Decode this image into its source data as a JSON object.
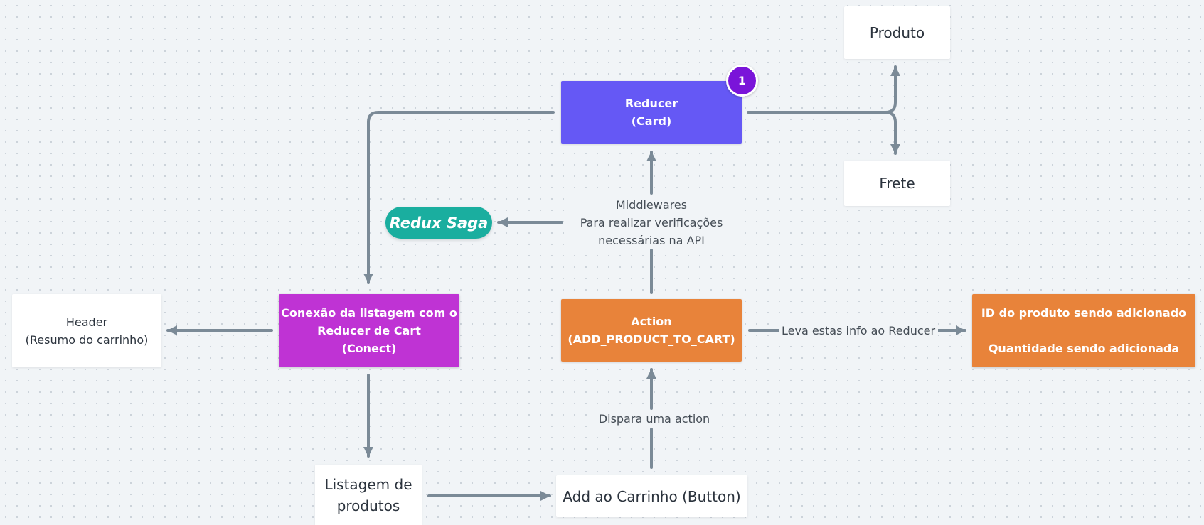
{
  "colors": {
    "background": "#f1f4f7",
    "connector": "#7b8a97",
    "reducer_fill": "#6558f5",
    "action_fill": "#e8833a",
    "connect_fill": "#bf33d4",
    "saga_fill": "#1aae9f",
    "badge_fill": "#7a14d9"
  },
  "nodes": {
    "reducer": {
      "line1": "Reducer",
      "line2": "(Card)"
    },
    "badge": {
      "text": "1"
    },
    "produto": {
      "text": "Produto"
    },
    "frete": {
      "text": "Frete"
    },
    "redux_saga": {
      "text": "Redux Saga"
    },
    "middlewares": {
      "line1": "Middlewares",
      "line2": "Para realizar verificações",
      "line3": "necessárias na API"
    },
    "header": {
      "line1": "Header",
      "line2": "(Resumo do carrinho)"
    },
    "conexao": {
      "line1": "Conexão da listagem com o",
      "line2": "Reducer de Cart",
      "line3": "(Conect)"
    },
    "action": {
      "line1": "Action",
      "line2": "(ADD_PRODUCT_TO_CART)"
    },
    "leva_label": {
      "text": "Leva estas info ao Reducer"
    },
    "info": {
      "line1": "ID do produto sendo adicionado",
      "line2": "Quantidade sendo adicionada"
    },
    "dispara_label": {
      "text": "Dispara uma action"
    },
    "listagem": {
      "line1": "Listagem de",
      "line2": "produtos"
    },
    "add_carrinho": {
      "text": "Add ao Carrinho (Button)"
    }
  }
}
